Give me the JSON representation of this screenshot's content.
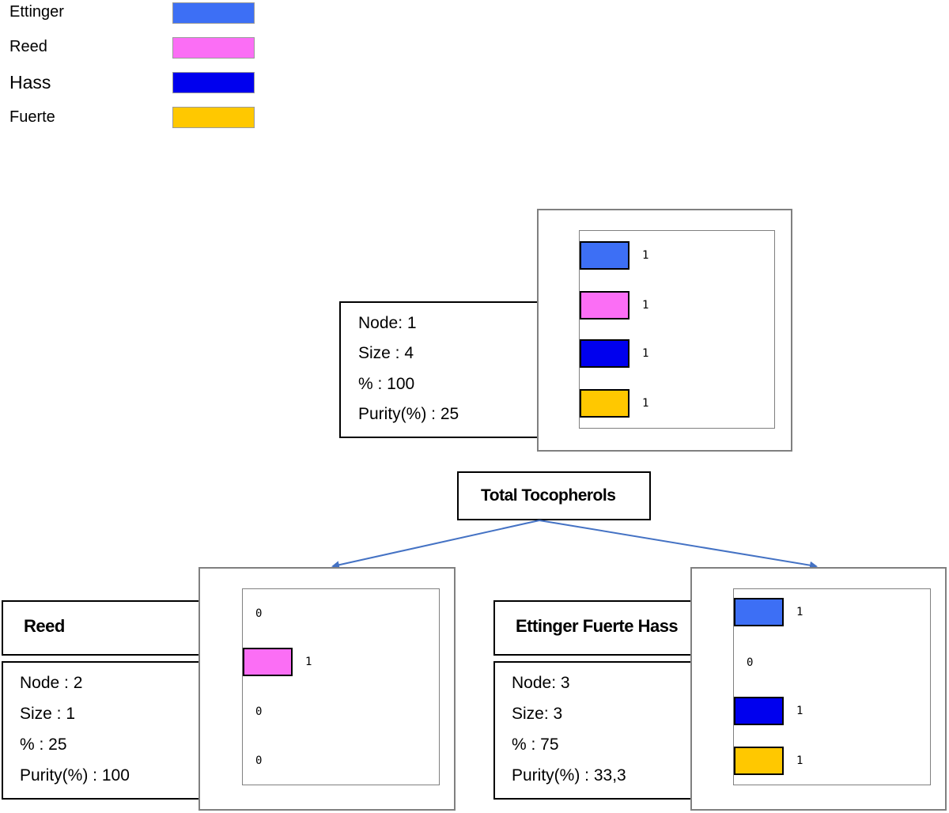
{
  "legend": [
    {
      "label": "Ettinger",
      "color": "#3d6ff5"
    },
    {
      "label": "Reed",
      "color": "#fb6ef5"
    },
    {
      "label": "Hass",
      "color": "#0000ee"
    },
    {
      "label": "Fuerte",
      "color": "#ffc800"
    }
  ],
  "split_variable": "Total Tocopherols",
  "nodes": [
    {
      "node": "Node: 1",
      "size": "Size : 4",
      "percent": "% : 100",
      "purity": "Purity(%) : 25",
      "counts": [
        "1",
        "1",
        "1",
        "1"
      ],
      "values": [
        1,
        1,
        1,
        1
      ]
    },
    {
      "title": "Reed",
      "node": "Node : 2",
      "size": "Size : 1",
      "percent": "% : 25",
      "purity": "Purity(%) : 100",
      "counts": [
        "0",
        "1",
        "0",
        "0"
      ],
      "values": [
        0,
        1,
        0,
        0
      ]
    },
    {
      "title": "Ettinger  Fuerte Hass",
      "node": "Node: 3",
      "size": "Size: 3",
      "percent": "% : 75",
      "purity": "Purity(%) : 33,3",
      "counts": [
        "1",
        "0",
        "1",
        "1"
      ],
      "values": [
        1,
        0,
        1,
        1
      ]
    }
  ]
}
